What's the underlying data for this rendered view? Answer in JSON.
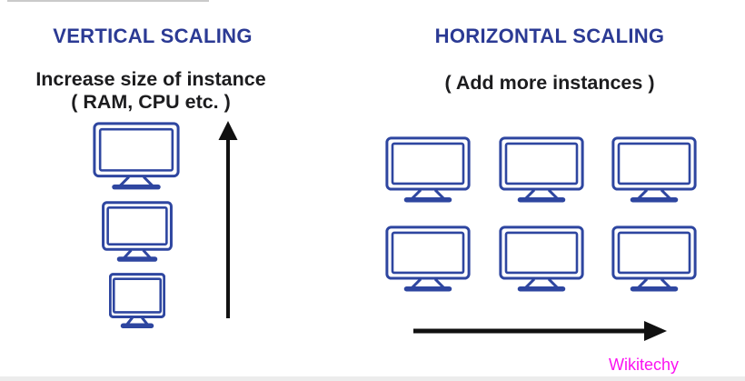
{
  "left_panel": {
    "title": "VERTICAL SCALING",
    "subtitle_line1": "Increase size of instance",
    "subtitle_line2": "( RAM, CPU etc. )",
    "monitor_sizes": [
      "large",
      "medium",
      "small"
    ],
    "arrow_direction": "up"
  },
  "right_panel": {
    "title": "HORIZONTAL SCALING",
    "subtitle": "( Add more instances )",
    "monitor_rows": 2,
    "monitor_columns": 3,
    "arrow_direction": "right"
  },
  "watermark": "Wikitechy",
  "colors": {
    "title_blue": "#2b3a94",
    "monitor_blue": "#2e46a0",
    "text_black": "#1c1c1e",
    "arrow_black": "#111111",
    "watermark_magenta": "#fb12f1",
    "bottom_strip_gray": "#ececec"
  }
}
